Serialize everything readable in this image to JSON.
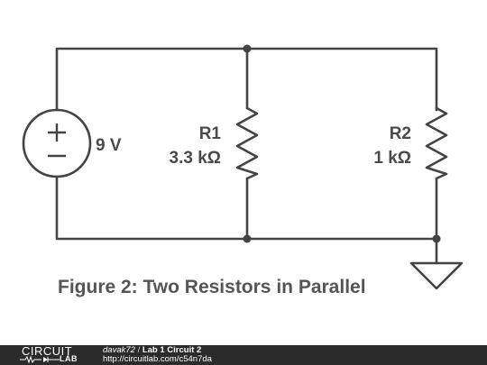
{
  "components": {
    "source": {
      "value": "9 V"
    },
    "r1": {
      "name": "R1",
      "value": "3.3 kΩ"
    },
    "r2": {
      "name": "R2",
      "value": "1 kΩ"
    }
  },
  "figure_caption": "Figure 2: Two Resistors in Parallel",
  "footer": {
    "logo_top": "CIRCUIT",
    "logo_bottom": "LAB",
    "author": "davak72",
    "separator": "/",
    "title": "Lab 1 Circuit 2",
    "url": "http://circuitlab.com/c54n7da"
  },
  "colors": {
    "wire": "#444444",
    "text": "#4a4a4a",
    "footer_bg": "#2b2b2b"
  }
}
